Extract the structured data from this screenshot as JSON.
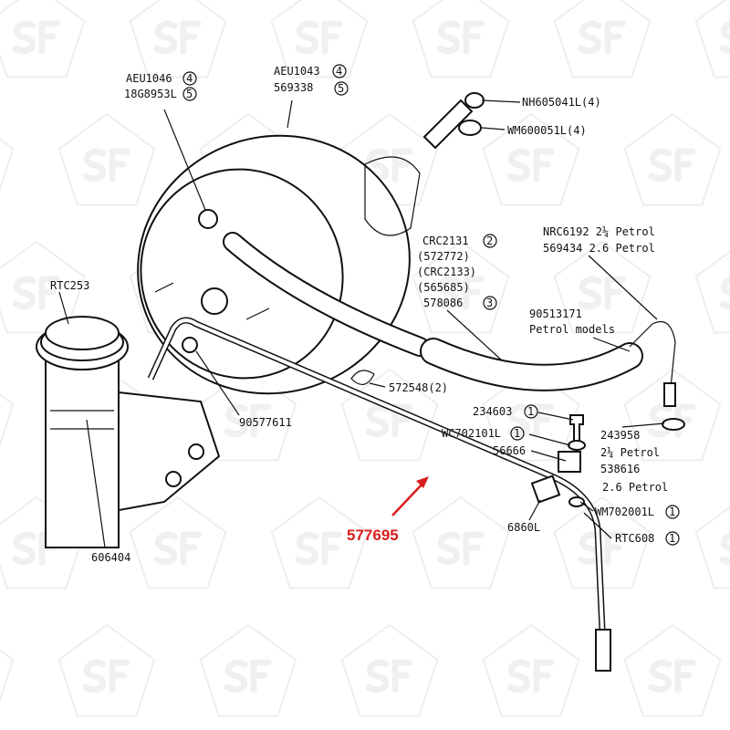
{
  "watermark": "SF",
  "colors": {
    "highlight": "#d81e1e",
    "ink": "#111111",
    "watermark": "#eeeeee"
  },
  "labels": {
    "aeu1046": "AEU1046",
    "aeu1046_qty": "4",
    "g18g8953l": "18G8953L",
    "g18g8953l_qty": "5",
    "aeu1043": "AEU1043",
    "aeu1043_qty": "4",
    "p569338": "569338",
    "p569338_qty": "5",
    "nh605041l": "NH605041L(4)",
    "wm600051l": "WM600051L(4)",
    "crc2131": "CRC2131",
    "crc2131_qty": "2",
    "p572772": "(572772)",
    "crc2133": "(CRC2133)",
    "p565685": "(565685)",
    "p578086": "578086",
    "p578086_qty": "3",
    "nrc6192": "NRC6192 2¼ Petrol",
    "p569434": "569434 2.6 Petrol",
    "p90513171": "90513171",
    "petrol_models": "Petrol models",
    "rtc253": "RTC253",
    "p90577611": "90577611",
    "p572548": "572548(2)",
    "p234603": "234603",
    "p234603_qty": "1",
    "wc702101l": "WC702101L",
    "wc702101l_qty": "1",
    "p56666": "56666",
    "p243958": "243958",
    "petrol_2_25": "2¼ Petrol",
    "p538616": "538616",
    "petrol_2_6": "2.6 Petrol",
    "wm702001l": "WM702001L",
    "wm702001l_qty": "1",
    "p6860l": "6860L",
    "rtc608": "RTC608",
    "rtc608_qty": "1",
    "p606404": "606404",
    "p577695": "577695"
  }
}
